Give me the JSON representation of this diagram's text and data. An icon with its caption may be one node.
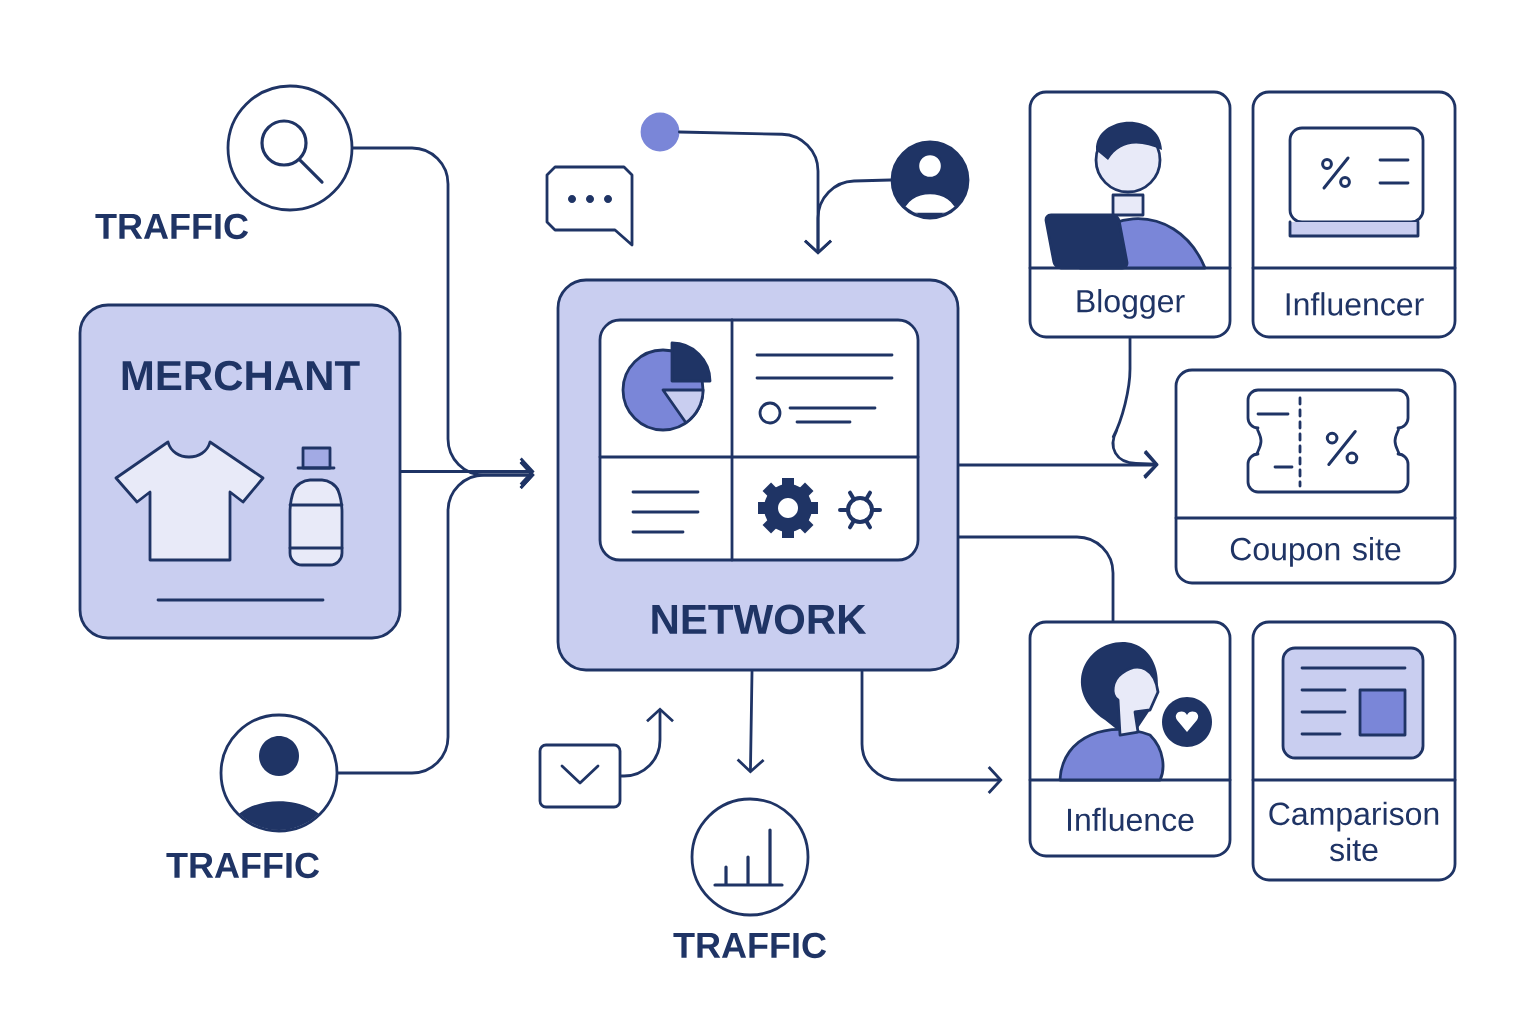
{
  "diagram": {
    "nodes": [
      {
        "text": [
          "TRAFFIC"
        ]
      },
      {
        "text": [],
        "shape": "circle"
      },
      {
        "text": [],
        "shape": "circle"
      },
      {
        "text": [
          "MERCHANT"
        ]
      },
      {
        "text": [
          "NETWORK"
        ]
      },
      {
        "text": [
          "Blogger"
        ]
      },
      {
        "text": [
          "Influencer"
        ]
      },
      {
        "text": [
          "Coupon site"
        ]
      },
      {
        "text": [],
        "shape": "box"
      },
      {
        "text": [
          "TRAFFIC"
        ]
      },
      {
        "text": [
          "TRAFFIC"
        ]
      },
      {
        "text": [
          "Influence"
        ]
      },
      {
        "text": [
          "Camparison site"
        ]
      }
    ],
    "edges": [
      {
        "from": 0,
        "to": 4,
        "arrow": "to"
      },
      {
        "from": 3,
        "to": 4,
        "arrow": "to"
      },
      {
        "from": 9,
        "to": 4,
        "arrow": "to"
      },
      {
        "from": 1,
        "to": 4,
        "arrow": "to"
      },
      {
        "from": 2,
        "to": 4,
        "arrow": "to"
      },
      {
        "from": 8,
        "to": 4,
        "arrow": "to"
      },
      {
        "from": 4,
        "to": 10,
        "arrow": "to"
      },
      {
        "from": 4,
        "to": 7,
        "arrow": "to"
      },
      {
        "from": 5,
        "to": 7,
        "arrow": "to"
      },
      {
        "from": 4,
        "to": 11,
        "arrow": "none"
      },
      {
        "from": 4,
        "to": 11,
        "arrow": "to"
      }
    ]
  }
}
